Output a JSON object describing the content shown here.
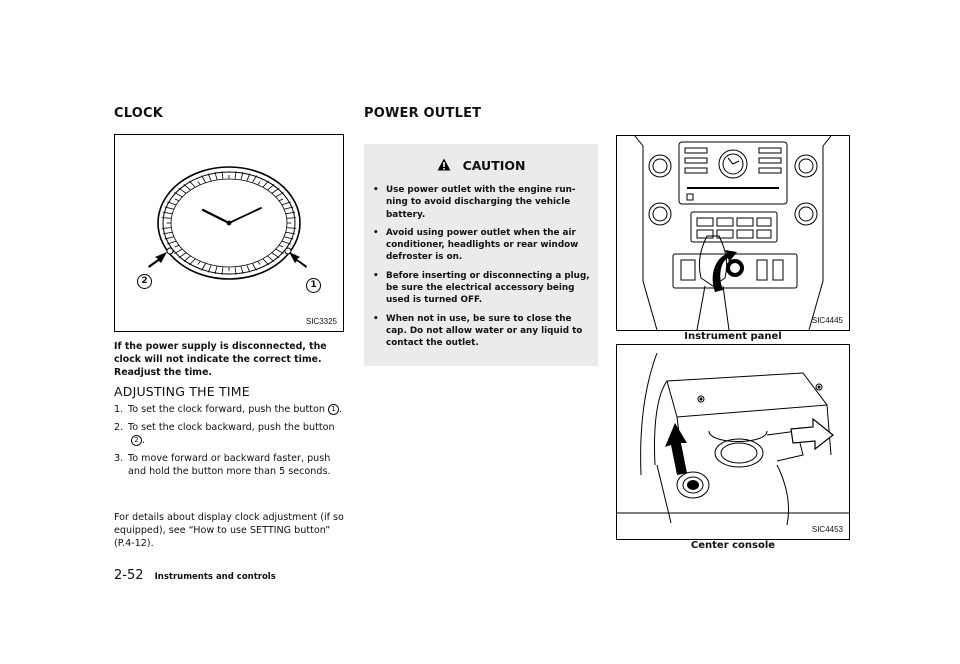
{
  "clock": {
    "heading": "CLOCK",
    "figure_code": "SIC3325",
    "callout_1": "1",
    "callout_2": "2",
    "intro": "If the power supply is disconnected, the clock will not indicate the correct time. Readjust the time.",
    "subheading": "ADJUSTING THE TIME",
    "steps": [
      {
        "num": "1.",
        "text": "To set the clock forward, push the button",
        "ref": "1",
        "end": "."
      },
      {
        "num": "2.",
        "text": "To set the clock backward, push the button",
        "ref": "2",
        "end": "."
      },
      {
        "num": "3.",
        "text": "To move forward or backward faster, push and hold the button more than 5 seconds.",
        "ref": "",
        "end": ""
      }
    ],
    "details": "For details about display clock adjustment (if so equipped), see “How to use SETTING button” (P.4-12)."
  },
  "power_outlet": {
    "heading": "POWER OUTLET",
    "caution_title": "CAUTION",
    "caution_items": [
      "Use power outlet with the engine run-ning to avoid discharging the vehicle battery.",
      "Avoid using power outlet when the air conditioner, headlights or rear window defroster is on.",
      "Before inserting or disconnecting a plug, be sure the electrical accessory being used is turned OFF.",
      "When not in use, be sure to close the cap. Do not allow water or any liquid to contact the outlet."
    ],
    "figure1_code": "SIC4445",
    "figure1_caption": "Instrument panel",
    "figure2_code": "SIC4453",
    "figure2_caption": "Center console"
  },
  "footer": {
    "page_number": "2-52",
    "section": "Instruments and controls"
  }
}
